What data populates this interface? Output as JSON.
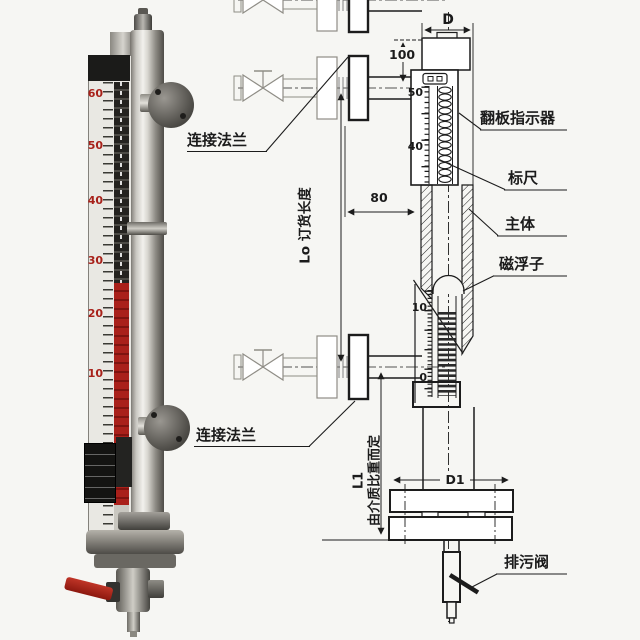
{
  "photo": {
    "scale_numbers": [
      "60",
      "50",
      "40",
      "30",
      "20",
      "10"
    ]
  },
  "drawing": {
    "labels": {
      "connect_flange_top": "连接法兰",
      "connect_flange_bottom": "连接法兰",
      "flap_indicator": "翻板指示器",
      "ruler": "标尺",
      "main_body": "主体",
      "magnetic_float": "磁浮子",
      "drain_valve": "排污阀"
    },
    "dimensions": {
      "d": "D",
      "d1": "D1",
      "top_offset": "100",
      "side_offset": "80",
      "order_length": "Lo 订货长度",
      "l1": "L1",
      "l1_note": "由介质比重而定"
    },
    "upper_scale": [
      "50",
      "40"
    ],
    "lower_scale": [
      "10",
      "0"
    ]
  },
  "colors": {
    "line": "#1c1c1c",
    "red_accent": "#a8211a",
    "background": "#f6f6f3"
  }
}
